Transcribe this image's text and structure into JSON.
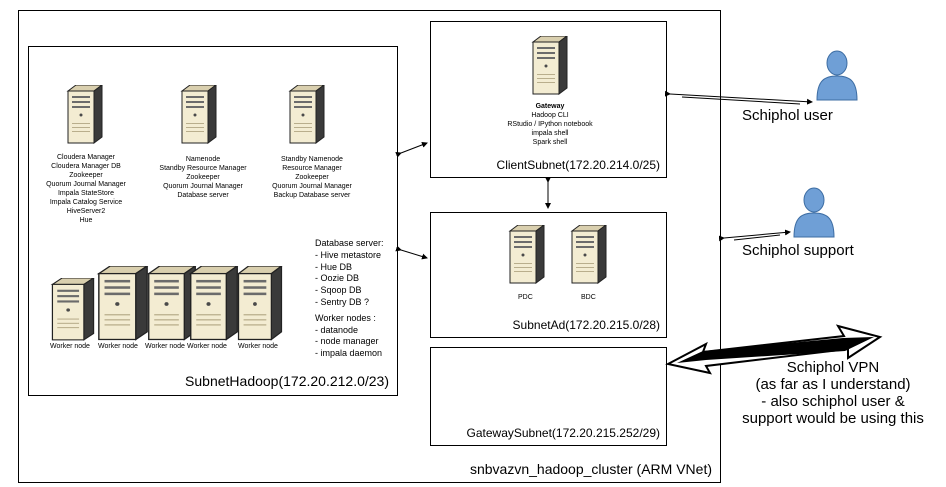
{
  "vnet": {
    "label": "snbvazvn_hadoop_cluster (ARM VNet)"
  },
  "subnet_hadoop": {
    "label": "SubnetHadoop(172.20.212.0/23)",
    "servers": [
      {
        "lines": [
          "Cloudera Manager",
          "Cloudera Manager DB",
          "Zookeeper",
          "Quorum Journal Manager",
          "Impala StateStore",
          "Impala Catalog Service",
          "HiveServer2",
          "Hue"
        ]
      },
      {
        "lines": [
          "Namenode",
          "Standby Resource Manager",
          "Zookeeper",
          "Quorum Journal Manager",
          "Database server"
        ]
      },
      {
        "lines": [
          "Standby Namenode",
          "Resource Manager",
          "Zookeeper",
          "Quorum Journal Manager",
          "Backup Database server"
        ]
      }
    ],
    "workers": [
      "Worker node",
      "Worker node",
      "Worker node",
      "Worker node",
      "Worker node"
    ],
    "notes": [
      "Database server:",
      "- Hive metastore",
      "- Hue DB",
      "- Oozie DB",
      "- Sqoop DB",
      "- Sentry DB ?",
      "Worker nodes :",
      "- datanode",
      "- node manager",
      "- impala daemon"
    ]
  },
  "client_subnet": {
    "label": "ClientSubnet(172.20.214.0/25)",
    "gateway_title": "Gateway",
    "gateway_lines": [
      "Hadoop CLI",
      "RStudio / IPython notebook",
      "impala shell",
      "Spark shell"
    ]
  },
  "subnet_ad": {
    "label": "SubnetAd(172.20.215.0/28)",
    "servers": [
      "PDC",
      "BDC"
    ]
  },
  "gateway_subnet": {
    "label": "GatewaySubnet(172.20.215.252/29)"
  },
  "users": [
    {
      "label": "Schiphol user"
    },
    {
      "label": "Schiphol support"
    }
  ],
  "vpn": {
    "lines": [
      "Schiphol VPN",
      "(as far as I understand)",
      "- also schiphol user &",
      "support would be using this"
    ]
  },
  "colors": {
    "server_body": "#f3ecd2",
    "server_dark": "#2b2b2b",
    "person": "#6f9fd6",
    "line": "#000000"
  }
}
